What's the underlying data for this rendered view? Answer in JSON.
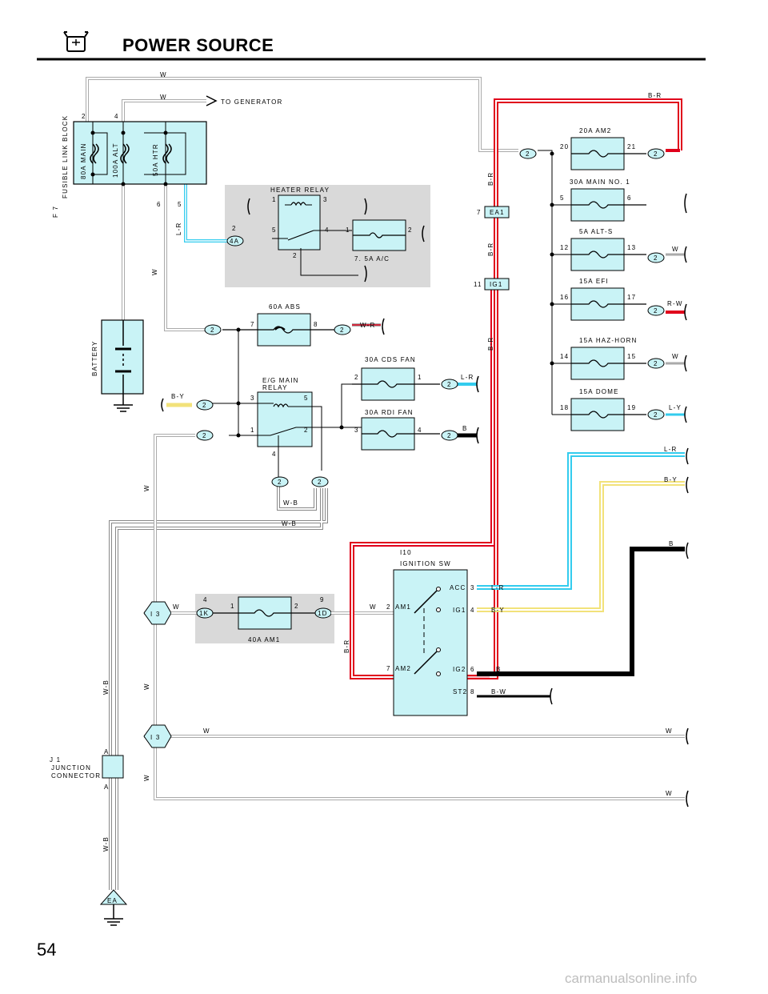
{
  "header": {
    "title": "POWER SOURCE",
    "icon": "battery-icon",
    "page_number": "54"
  },
  "watermark": "carmanualsonline.info",
  "colors": {
    "fuse_fill": "#c9f3f6",
    "shaded_area": "#d9d9d9",
    "wire_br_red": "#e0001b",
    "wire_lr_cyan": "#33ccee",
    "wire_by_yellow": "#f2e27a",
    "wire_rw_red": "#e0001b"
  },
  "fusible_link_block": {
    "label_code": "F 7",
    "label": "FUSIBLE LINK BLOCK",
    "terminals": [
      "2",
      "4",
      "6",
      "5"
    ],
    "links": [
      "80A MAIN",
      "100A ALT",
      "50A HTR"
    ]
  },
  "battery": {
    "label": "BATTERY"
  },
  "to_generator": "TO GENERATOR",
  "heater_relay": {
    "label": "HEATER RELAY",
    "pins": [
      "1",
      "3",
      "5",
      "4",
      "2"
    ],
    "connector": "4A",
    "connector_pin": "2",
    "fuse": "7. 5A A/C",
    "fuse_pins": [
      "1",
      "2"
    ]
  },
  "abs_fuse": {
    "label": "60A ABS",
    "pins": [
      "7",
      "8"
    ]
  },
  "eg_main_relay": {
    "label": "E/G MAIN\nRELAY",
    "label_line1": "E/G MAIN",
    "label_line2": "RELAY",
    "pins": [
      "3",
      "5",
      "1",
      "2",
      "4"
    ]
  },
  "cds_fan_fuse": {
    "label": "30A CDS FAN",
    "pins": [
      "2",
      "1"
    ]
  },
  "rdi_fan_fuse": {
    "label": "30A RDI FAN",
    "pins": [
      "3",
      "4"
    ]
  },
  "am1_fuse": {
    "label": "40A AM1",
    "pins": [
      "1",
      "2"
    ],
    "connector_left": "1K",
    "connector_left_pin": "4",
    "connector_right": "1D",
    "connector_right_pin": "9"
  },
  "junction_connector": {
    "code": "J 1",
    "line1": "JUNCTION",
    "line2": "CONNECTOR",
    "pins": [
      "A",
      "A"
    ]
  },
  "ground_point": "EA",
  "i3_connectors": [
    "I 3",
    "I 3"
  ],
  "connector_2": "2",
  "ea1": {
    "pin": "7",
    "label": "EA1"
  },
  "ig1": {
    "pin": "11",
    "label": "IG1"
  },
  "right_fuses": [
    {
      "label": "20A AM2",
      "in": "20",
      "out": "21",
      "wire": ""
    },
    {
      "label": "30A MAIN NO. 1",
      "in": "5",
      "out": "6",
      "wire": ""
    },
    {
      "label": "5A ALT-S",
      "in": "12",
      "out": "13",
      "wire": "W"
    },
    {
      "label": "15A EFI",
      "in": "16",
      "out": "17",
      "wire": "R-W"
    },
    {
      "label": "15A HAZ-HORN",
      "in": "14",
      "out": "15",
      "wire": "W"
    },
    {
      "label": "15A DOME",
      "in": "18",
      "out": "19",
      "wire": "L-Y"
    }
  ],
  "ignition_switch": {
    "code": "I10",
    "label": "IGNITION SW",
    "left_terminals": [
      {
        "pin": "2",
        "name": "AM1"
      },
      {
        "pin": "7",
        "name": "AM2"
      }
    ],
    "right_terminals": [
      {
        "name": "ACC",
        "pin": "3",
        "wire": "L-R"
      },
      {
        "name": "IG1",
        "pin": "4",
        "wire": "B-Y"
      },
      {
        "name": "IG2",
        "pin": "6",
        "wire": "B"
      },
      {
        "name": "ST2",
        "pin": "8",
        "wire": "B-W"
      }
    ]
  },
  "wire_labels": {
    "w": "W",
    "lr": "L-R",
    "br": "B-R",
    "wr": "W-R",
    "by": "B-Y",
    "b": "B",
    "wb": "W-B",
    "ly": "L-Y",
    "rw": "R-W",
    "bw": "B-W"
  }
}
